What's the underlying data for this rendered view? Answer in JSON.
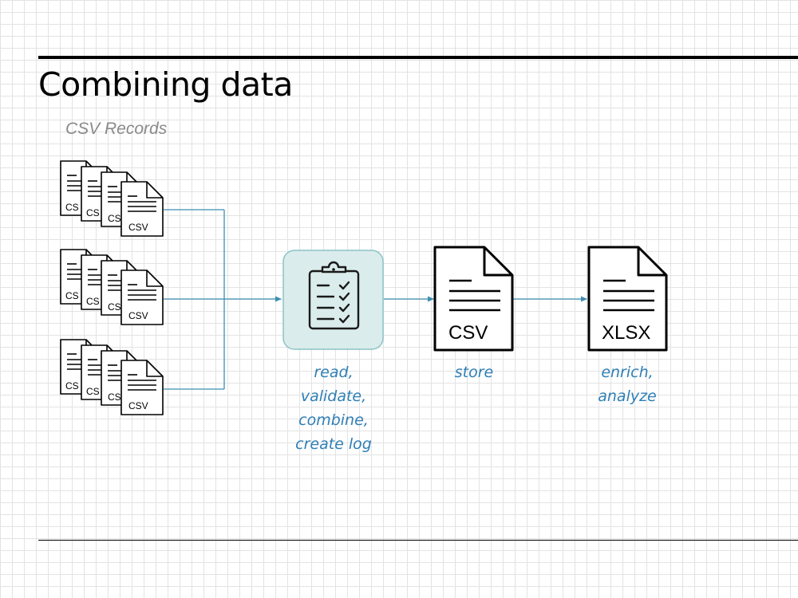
{
  "page": {
    "title": "Combining data",
    "subtitle": "CSV Records"
  },
  "input_file_label": "CSV",
  "input_file_label_clipped": "CS",
  "store_file": {
    "label": "CSV",
    "caption": [
      "store"
    ]
  },
  "output_file": {
    "label": "XLSX",
    "caption": [
      "enrich,",
      "analyze"
    ]
  },
  "process_step": {
    "icon": "clipboard-checklist-icon",
    "caption": [
      "read,",
      "validate,",
      "combine,",
      "create log"
    ]
  },
  "colors": {
    "connector": "#3b8fb0",
    "caption": "#2e7fb5",
    "process_box_fill": "#daeceb",
    "process_box_border": "#8cc3c6"
  }
}
